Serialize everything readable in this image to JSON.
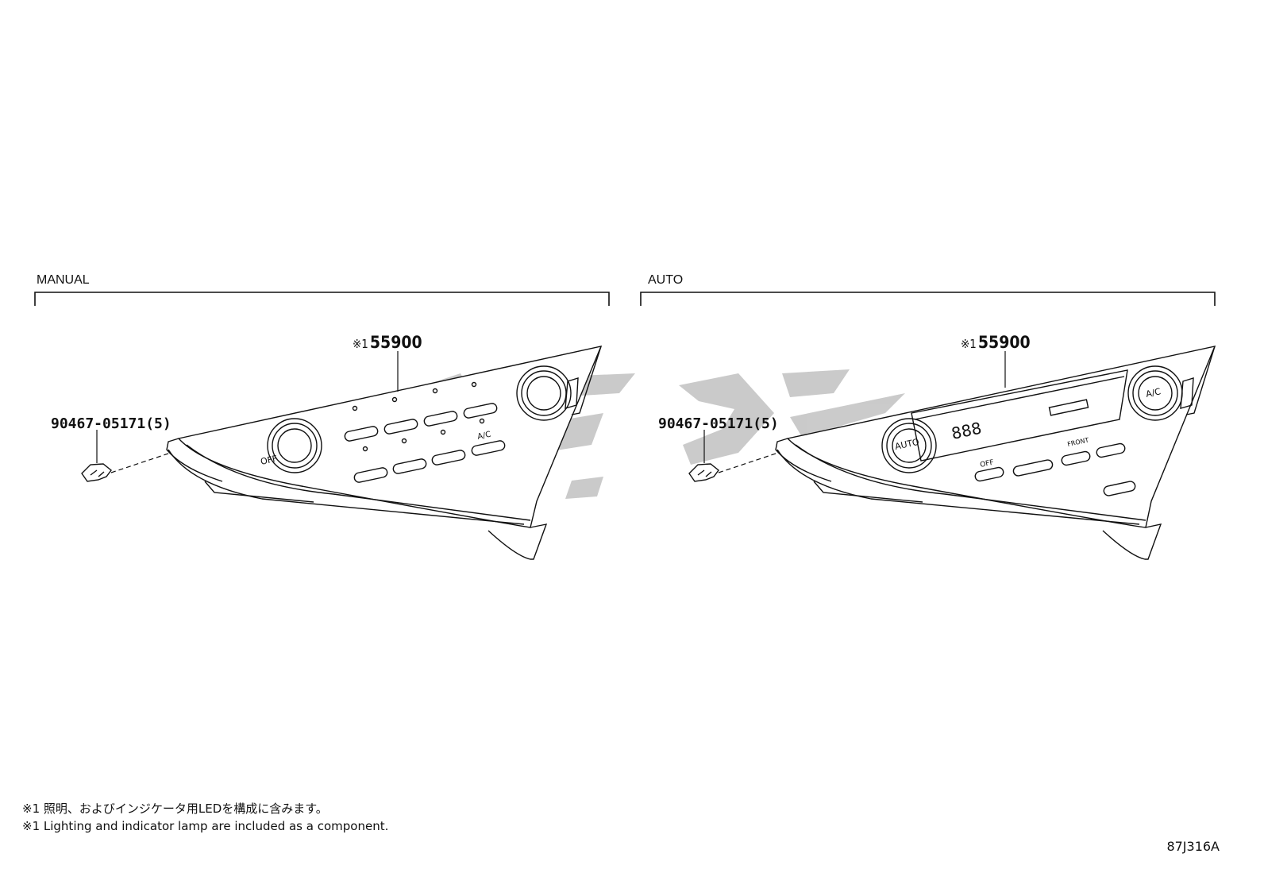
{
  "sections": {
    "manual": {
      "label": "MANUAL",
      "part_ref": "55900",
      "ref_mark": "※1",
      "fastener": "90467-05171(5)",
      "knob_off_label": "OFF",
      "button_labels": [
        "A/C"
      ]
    },
    "auto": {
      "label": "AUTO",
      "part_ref": "55900",
      "ref_mark": "※1",
      "fastener": "90467-05171(5)",
      "knob_left_label": "AUTO",
      "knob_right_label": "A/C",
      "display_digits": "888",
      "button_labels": [
        "OFF",
        "FRONT"
      ]
    }
  },
  "notes": {
    "jp": "※1 照明、およびインジケータ用LEDを構成に含みます。",
    "en": "※1 Lighting and indicator lamp are included as a component."
  },
  "drawing_code": "87J316A",
  "watermark_color": "#c8c8c8"
}
